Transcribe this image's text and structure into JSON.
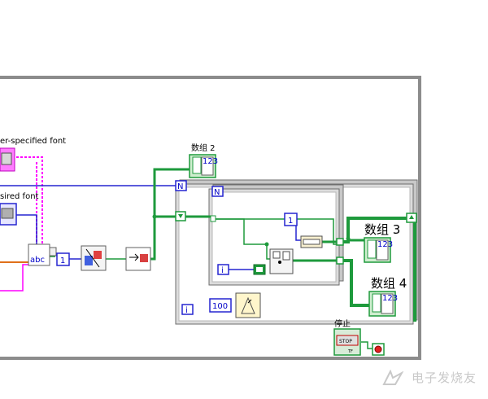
{
  "labels": {
    "font_user": "er-specified font",
    "font_desired": "sired font",
    "array2": "数组 2",
    "array3": "数组 3",
    "array4": "数组 4",
    "stop_label": "停止"
  },
  "constants": {
    "one_a": "1",
    "one_b": "1",
    "hundred": "100",
    "N_outer": "N",
    "N_inner": "N",
    "i_outer": "i",
    "i_inner": "i",
    "indicator_num": "123",
    "stop_btn": "STOP",
    "tf": "TF",
    "string_ctrl": "abc"
  },
  "watermark": "电子发烧友"
}
